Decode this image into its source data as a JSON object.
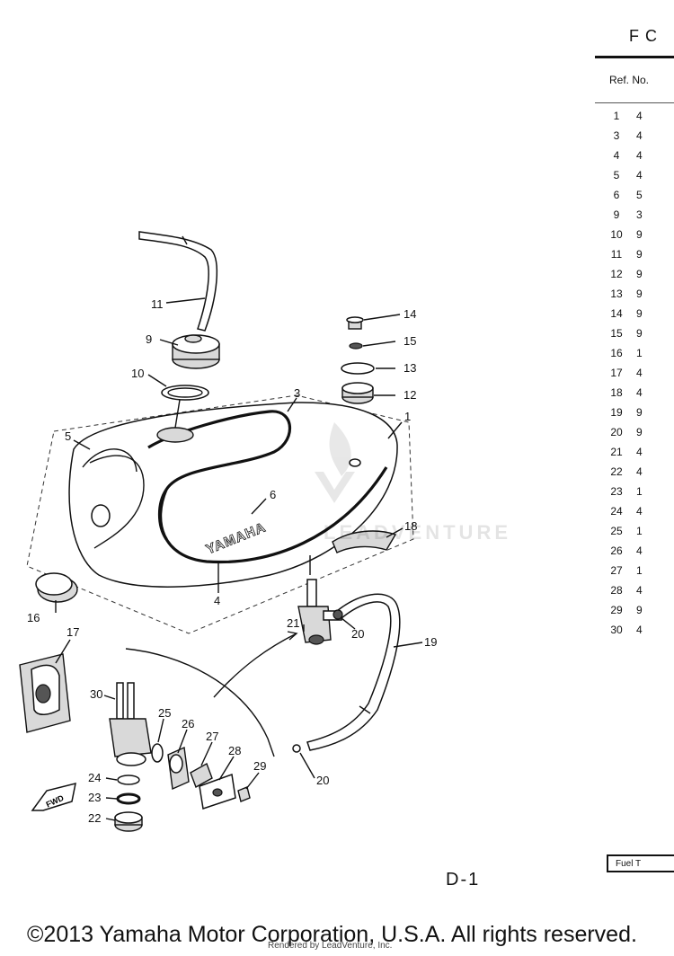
{
  "header": {
    "clipped_title": "F C",
    "ref_no_label": "Ref. No.",
    "fuel_tab": "Fuel T"
  },
  "ref_table": [
    {
      "ref": "1",
      "pn": "4"
    },
    {
      "ref": "3",
      "pn": "4"
    },
    {
      "ref": "4",
      "pn": "4"
    },
    {
      "ref": "5",
      "pn": "4"
    },
    {
      "ref": "6",
      "pn": "5"
    },
    {
      "ref": "9",
      "pn": "3"
    },
    {
      "ref": "10",
      "pn": "9"
    },
    {
      "ref": "11",
      "pn": "9"
    },
    {
      "ref": "12",
      "pn": "9"
    },
    {
      "ref": "13",
      "pn": "9"
    },
    {
      "ref": "14",
      "pn": "9"
    },
    {
      "ref": "15",
      "pn": "9"
    },
    {
      "ref": "16",
      "pn": "1"
    },
    {
      "ref": "17",
      "pn": "4"
    },
    {
      "ref": "18",
      "pn": "4"
    },
    {
      "ref": "19",
      "pn": "9"
    },
    {
      "ref": "20",
      "pn": "9"
    },
    {
      "ref": "21",
      "pn": "4"
    },
    {
      "ref": "22",
      "pn": "4"
    },
    {
      "ref": "23",
      "pn": "1"
    },
    {
      "ref": "24",
      "pn": "4"
    },
    {
      "ref": "25",
      "pn": "1"
    },
    {
      "ref": "26",
      "pn": "4"
    },
    {
      "ref": "27",
      "pn": "1"
    },
    {
      "ref": "28",
      "pn": "4"
    },
    {
      "ref": "29",
      "pn": "9"
    },
    {
      "ref": "30",
      "pn": "4"
    }
  ],
  "diagram": {
    "tank_logo": "YAMAHA",
    "fwd_label": "FWD",
    "watermark": "LEADVENTURE",
    "callouts": {
      "c1": "1",
      "c3": "3",
      "c4": "4",
      "c5": "5",
      "c6": "6",
      "c9": "9",
      "c10": "10",
      "c11": "11",
      "c12": "12",
      "c13": "13",
      "c14": "14",
      "c15": "15",
      "c16": "16",
      "c17": "17",
      "c18": "18",
      "c19": "19",
      "c20a": "20",
      "c20b": "20",
      "c21": "21",
      "c22": "22",
      "c23": "23",
      "c24": "24",
      "c25": "25",
      "c26": "26",
      "c27": "27",
      "c28": "28",
      "c29": "29",
      "c30": "30"
    }
  },
  "footer": {
    "page_code": "D-1",
    "copyright": "©2013 Yamaha Motor Corporation, U.S.A. All rights reserved.",
    "rendered_by": "Rendered by LeadVenture, Inc."
  }
}
